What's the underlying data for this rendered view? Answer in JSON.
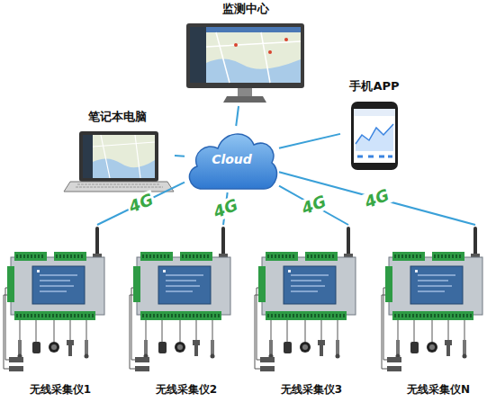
{
  "diagram": {
    "nodes": [
      {
        "text": [
          "监测中心"
        ]
      },
      {
        "text": [
          "手机APP"
        ]
      },
      {
        "text": [
          "笔记本电脑"
        ]
      },
      {
        "text": [
          "Cloud"
        ]
      },
      {
        "text": [
          "无线采集仪1"
        ]
      },
      {
        "text": [
          "无线采集仪2"
        ]
      },
      {
        "text": [
          "无线采集仪3"
        ]
      },
      {
        "text": [
          "无线采集仪N"
        ]
      }
    ],
    "edges": [
      {
        "from": 3,
        "to": 0,
        "arrow": "none"
      },
      {
        "from": 3,
        "to": 1,
        "arrow": "none"
      },
      {
        "from": 3,
        "to": 2,
        "arrow": "none"
      },
      {
        "from": 3,
        "to": 4,
        "label": "4G",
        "arrow": "none"
      },
      {
        "from": 3,
        "to": 5,
        "label": "4G",
        "arrow": "none"
      },
      {
        "from": 3,
        "to": 6,
        "label": "4G",
        "arrow": "none"
      },
      {
        "from": 3,
        "to": 7,
        "label": "4G",
        "arrow": "none"
      }
    ]
  }
}
